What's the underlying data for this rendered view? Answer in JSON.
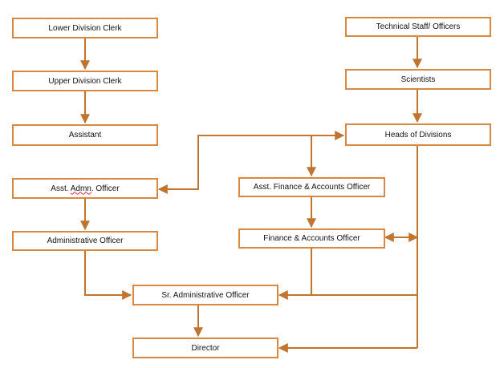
{
  "colors": {
    "border": "#d9883f",
    "line": "#c0742f",
    "text": "#111111",
    "background": "#ffffff"
  },
  "nodes": {
    "ldc": "Lower Division Clerk",
    "udc": "Upper Division Clerk",
    "assistant": "Assistant",
    "aao_pre": "Asst. ",
    "aao_spell": "Admn",
    "aao_post": ". Officer",
    "ao": "Administrative Officer",
    "sao": "Sr. Administrative Officer",
    "director": "Director",
    "tech": "Technical Staff/ Officers",
    "scientists": "Scientists",
    "hod": "Heads of Divisions",
    "afao": "Asst. Finance & Accounts Officer",
    "fao": "Finance & Accounts Officer"
  }
}
